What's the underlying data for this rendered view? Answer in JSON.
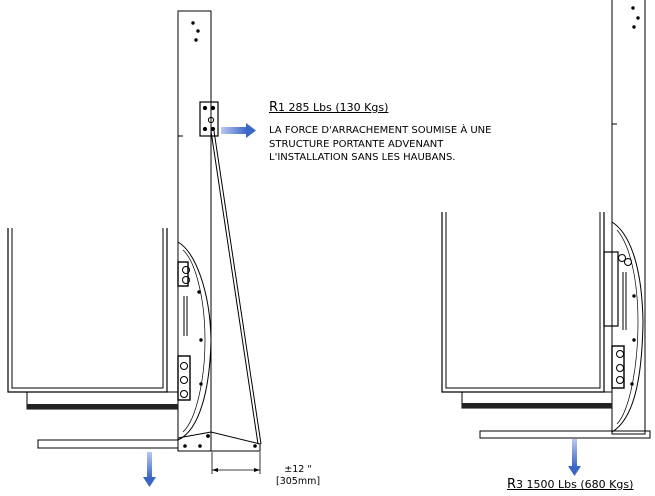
{
  "figure": {
    "r1_label": {
      "prefix": "R",
      "index": "1",
      "value": " 285 Lbs (130 Kgs)"
    },
    "r1_note": [
      "LA FORCE D'ARRACHEMENT SOUMISE À UNE",
      "STRUCTURE PORTANTE ADVENANT",
      "L'INSTALLATION SANS LES HAUBANS."
    ],
    "dimension": {
      "imperial": "±12 \"",
      "metric": "[305mm]"
    },
    "r3_label": {
      "prefix": "R",
      "index": "3",
      "value": " 1500 Lbs (680 Kgs)"
    },
    "colors": {
      "line": "#000000",
      "arrow": "#3a66c8",
      "arrow_light": "#9db3ea"
    }
  }
}
